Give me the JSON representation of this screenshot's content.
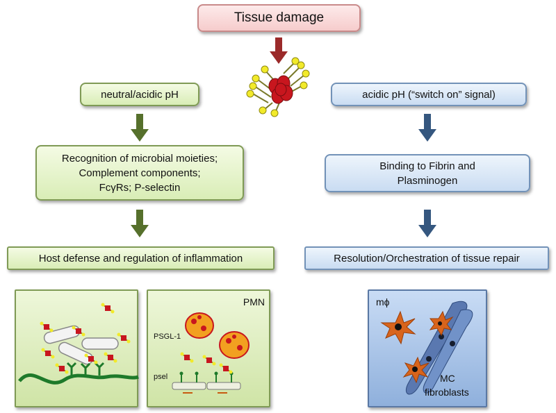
{
  "top": {
    "label": "Tissue damage"
  },
  "left": {
    "condition": "neutral/acidic pH",
    "mechanism_lines": [
      "Recognition of microbial moieties;",
      "Complement components;",
      "FcγRs; P-selectin"
    ],
    "outcome": "Host defense and regulation of inflammation"
  },
  "right": {
    "condition": "acidic pH (“switch on” signal)",
    "mechanism_lines": [
      "Binding to Fibrin and",
      "Plasminogen"
    ],
    "outcome": "Resolution/Orchestration of tissue repair"
  },
  "panels": {
    "pmn": {
      "title": "PMN",
      "psgl": "PSGL-1",
      "psel": "psel"
    },
    "repair": {
      "macrophage": "mϕ",
      "mc": "MC",
      "fibroblasts": "fibroblasts"
    }
  },
  "colors": {
    "arrow_red": "#9b2a2a",
    "arrow_green": "#56702c",
    "arrow_blue": "#35577f"
  }
}
